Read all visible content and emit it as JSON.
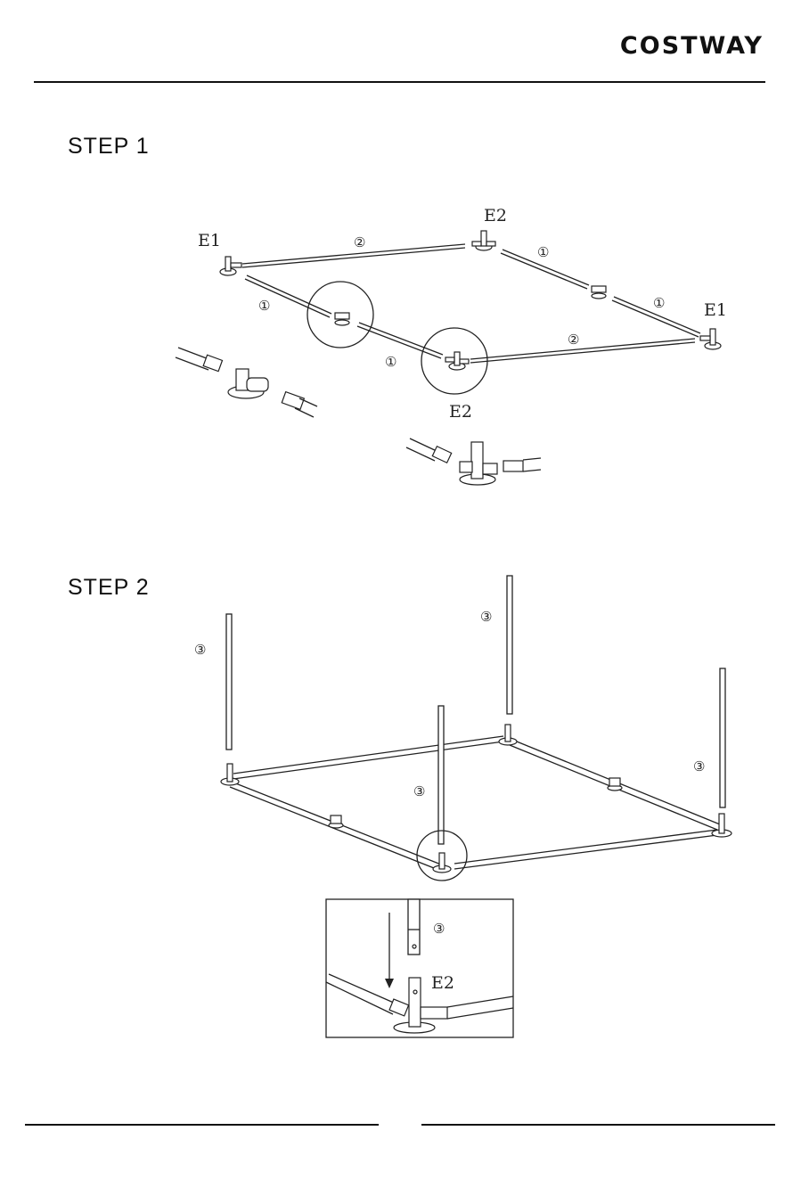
{
  "header": {
    "brand": "COSTWAY"
  },
  "steps": [
    {
      "title": "STEP 1"
    },
    {
      "title": "STEP 2"
    }
  ],
  "labels": {
    "e1": "E1",
    "e2": "E2",
    "part1": "①",
    "part2": "②",
    "part3": "③"
  }
}
